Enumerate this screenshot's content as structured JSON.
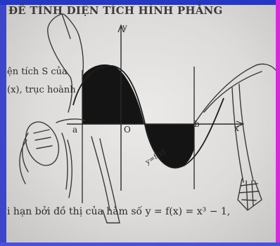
{
  "text": {
    "heading": "ĐỀ TÍNH DIỆN TÍCH HÌNH PHẲNG",
    "line1": "ện tích S của",
    "line2": "(x), trục hoành",
    "caption": "i hạn bởi đồ thị của hàm số y = f(x) = x³ − 1,"
  },
  "graph": {
    "y_label": "y",
    "x_label": "x",
    "origin_label": "O",
    "a_label": "a",
    "b_label": "b",
    "curve_label": "y=f(x)"
  },
  "colors": {
    "frame_left": "#3b46c8",
    "frame_right": "#cf2fd6",
    "ink": "#2a2a2a",
    "fill": "#141414"
  }
}
